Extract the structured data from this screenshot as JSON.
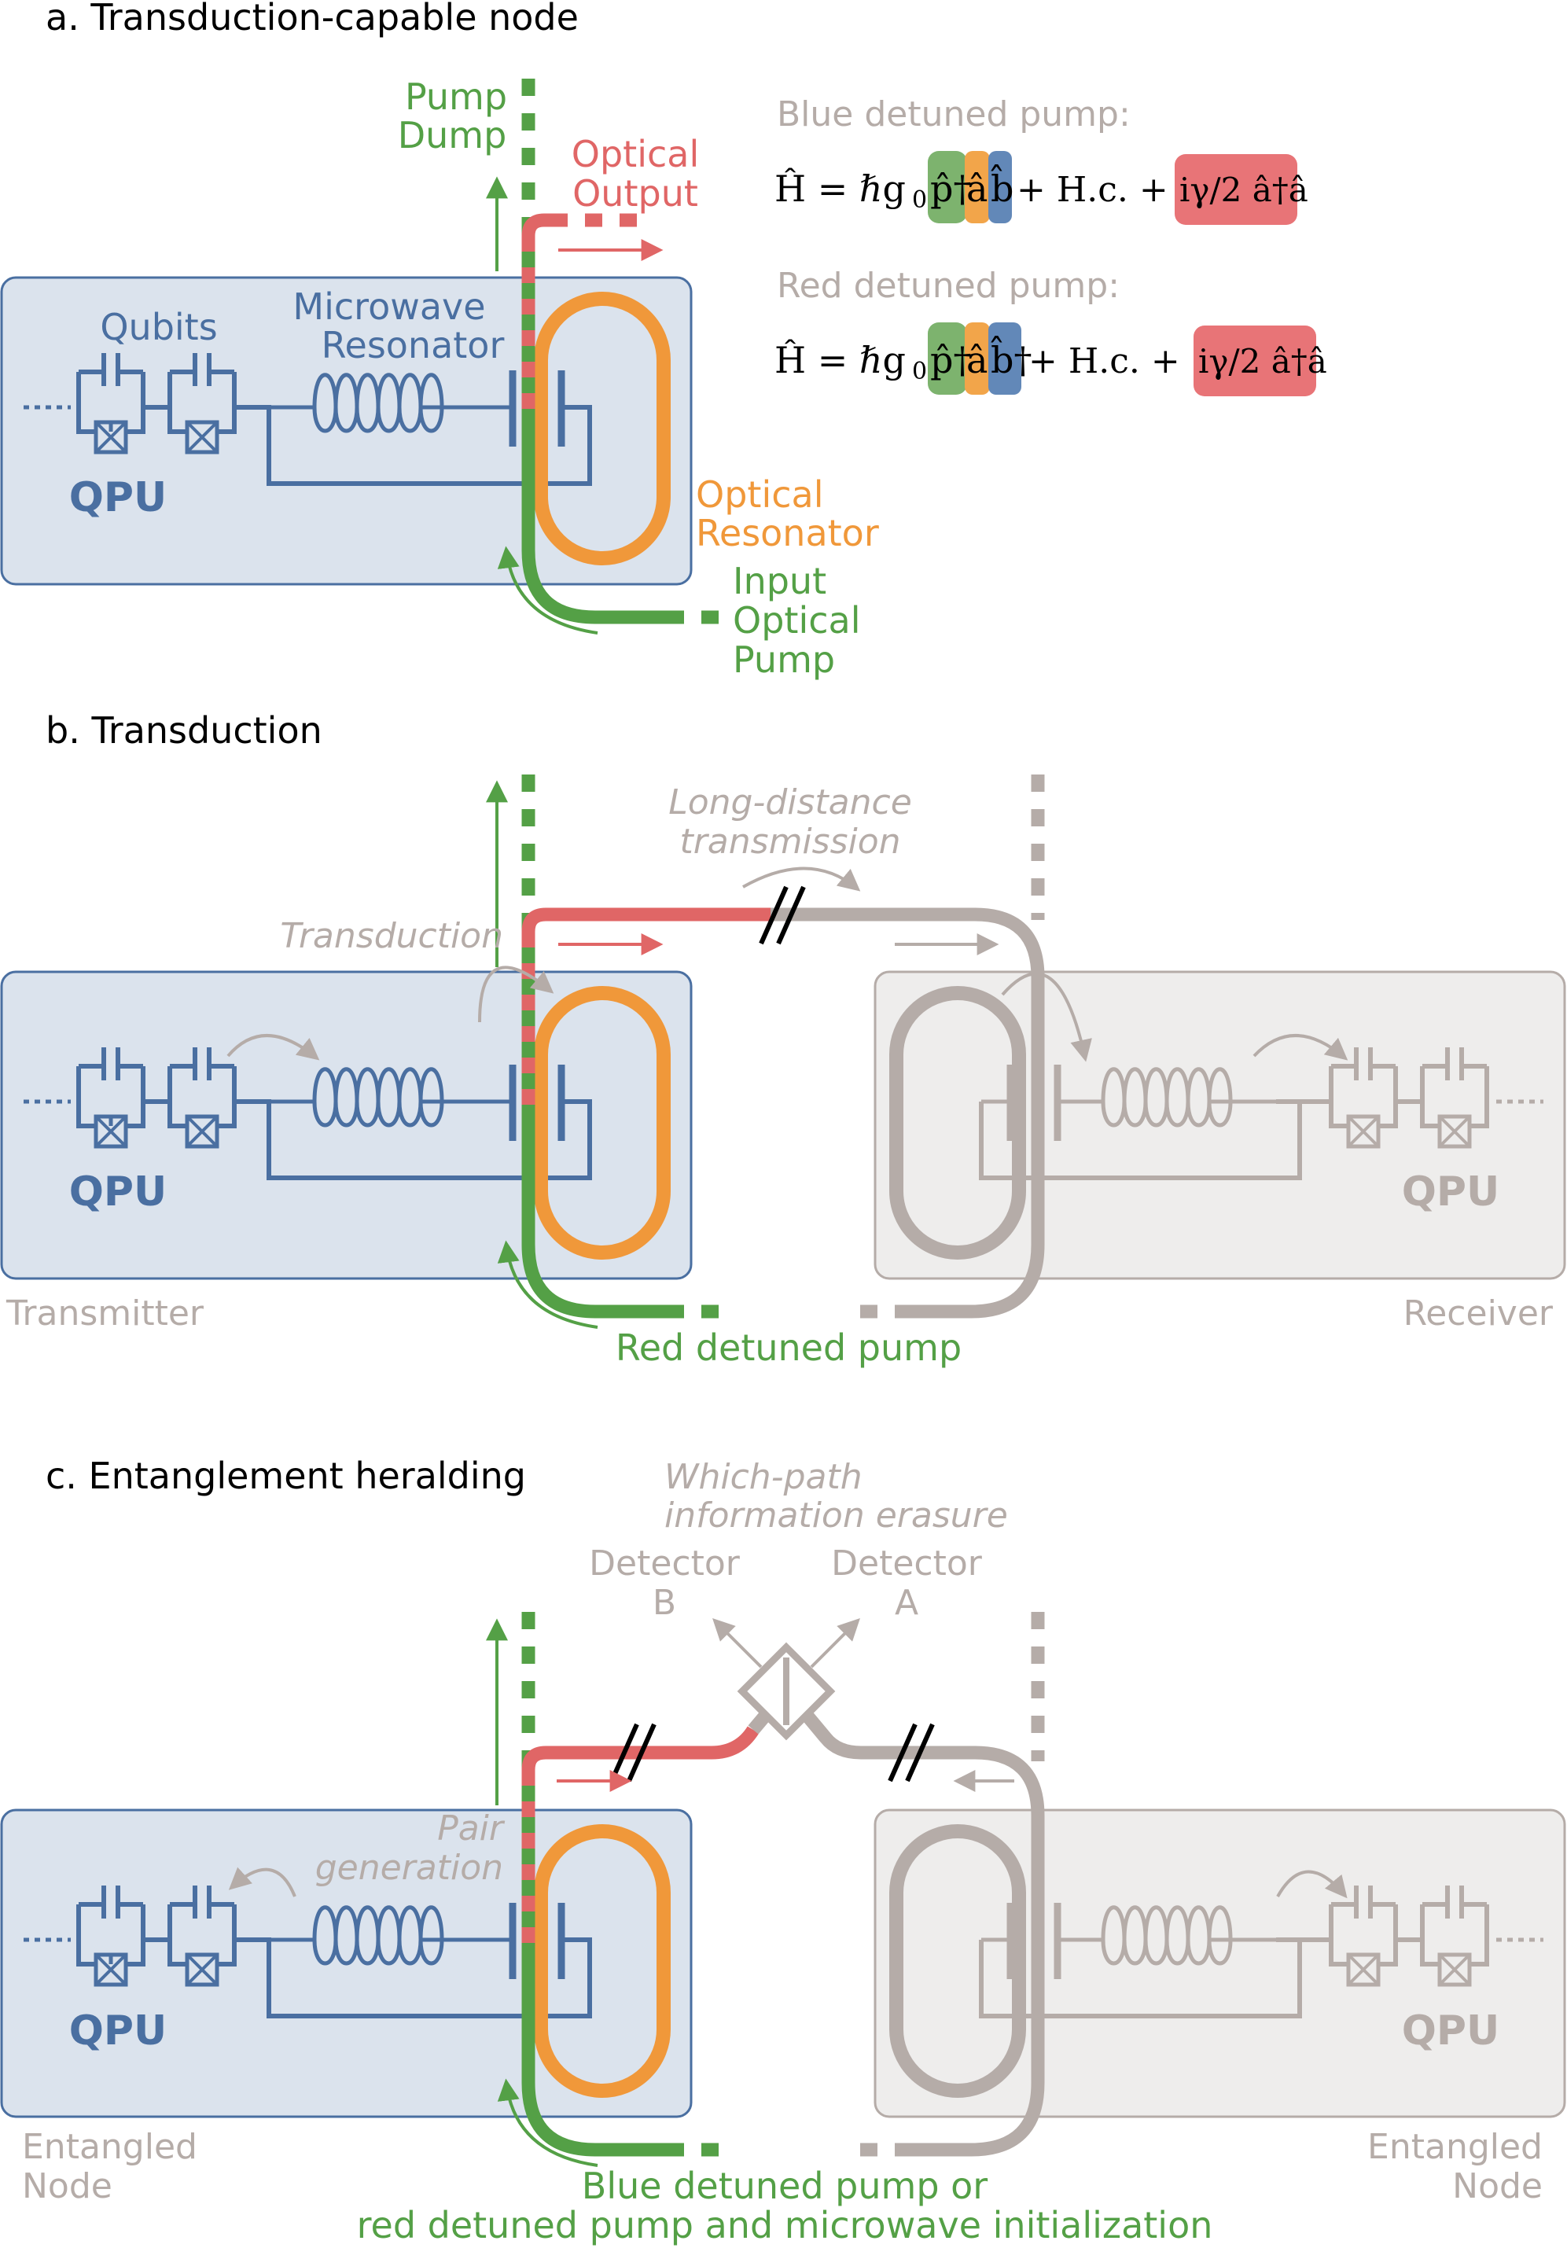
{
  "panel_a": {
    "title": "a. Transduction-capable node",
    "pump_dump": [
      "Pump",
      "Dump"
    ],
    "optical_output": [
      "Optical",
      "Output"
    ],
    "qubits": "Qubits",
    "microwave_resonator": [
      "Microwave",
      "Resonator"
    ],
    "qpu": "QPU",
    "optical_resonator": [
      "Optical",
      "Resonator"
    ],
    "input_optical_pump": [
      "Input",
      "Optical",
      "Pump"
    ],
    "blue_label": "Blue detuned pump:",
    "red_label": "Red detuned pump:",
    "eq_blue": {
      "lhs": "Ĥ = ℏg",
      "sub0": "0",
      "p": "p̂†",
      "a": "â",
      "b": "b̂",
      "hc": "+ H.c. +",
      "loss": "iγ/2 â†â"
    },
    "eq_red": {
      "lhs": "Ĥ = ℏg",
      "sub0": "0",
      "p": "p̂†",
      "a": "â",
      "b": "b̂†",
      "hc": "+ H.c. +",
      "loss": "iγ/2 â†â"
    }
  },
  "panel_b": {
    "title": "b. Transduction",
    "long_distance": [
      "Long-distance",
      "transmission"
    ],
    "transduction": "Transduction",
    "qpu_left": "QPU",
    "qpu_right": "QPU",
    "transmitter": "Transmitter",
    "receiver": "Receiver",
    "red_pump": "Red detuned pump"
  },
  "panel_c": {
    "title": "c. Entanglement heralding",
    "which_path": [
      "Which-path",
      "information erasure"
    ],
    "detector_b": [
      "Detector",
      "B"
    ],
    "detector_a": [
      "Detector",
      "A"
    ],
    "pair_generation": [
      "Pair",
      "generation"
    ],
    "qpu_left": "QPU",
    "qpu_right": "QPU",
    "entangled_left": [
      "Entangled",
      "Node"
    ],
    "entangled_right": [
      "Entangled",
      "Node"
    ],
    "pump_label": [
      "Blue detuned pump or",
      "red detuned pump and microwave initialization"
    ]
  },
  "colors": {
    "blue": "#4a6fa1",
    "box_fill": "#dbe3ed",
    "green": "#54a046",
    "red": "#e06666",
    "orange": "#f0983a",
    "gray": "#b5aca8",
    "gray_fill": "#eeedec",
    "eq_green": "#7db36e",
    "eq_orange": "#f2a54a",
    "eq_blue": "#6288b8",
    "eq_red": "#e87477"
  }
}
